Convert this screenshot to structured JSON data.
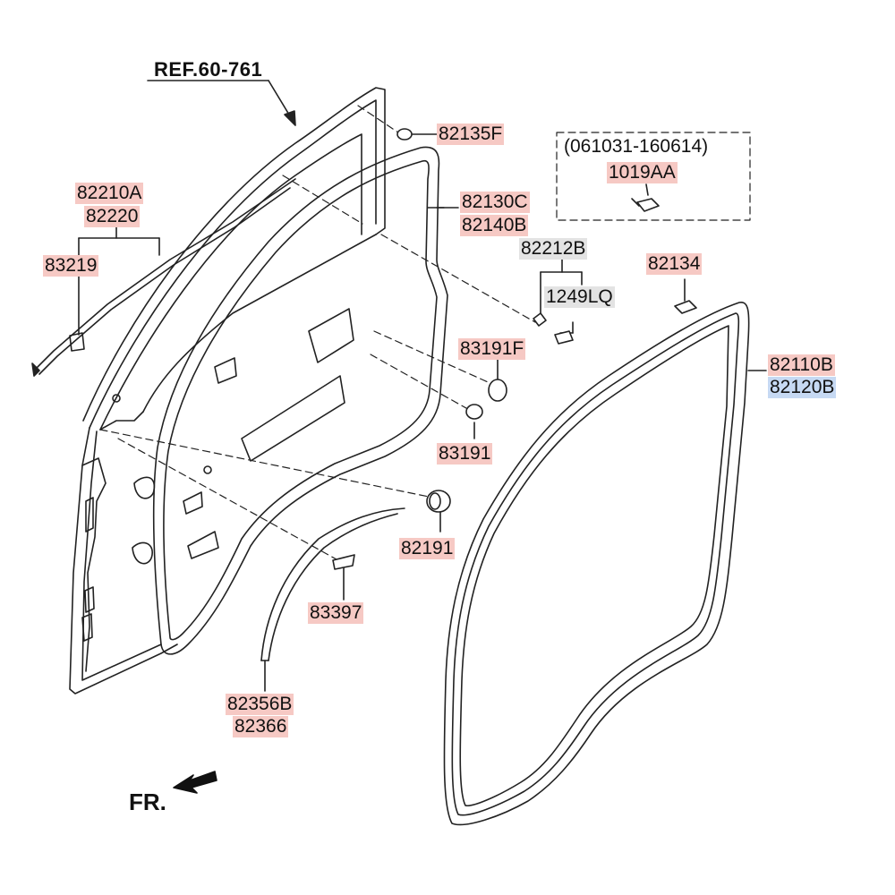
{
  "labels": {
    "ref": "REF.60-761",
    "p82135F": "82135F",
    "p82130C": "82130C",
    "p82140B": "82140B",
    "p82210A": "82210A",
    "p82220": "82220",
    "p83219": "83219",
    "bracket_date": "(061031-160614)",
    "p1019AA": "1019AA",
    "p82212B": "82212B",
    "p1249LQ": "1249LQ",
    "p82134": "82134",
    "p83191F": "83191F",
    "p82110B": "82110B",
    "p82120B": "82120B",
    "p83191": "83191",
    "p82191": "82191",
    "p83397": "83397",
    "p82356B": "82356B",
    "p82366": "82366",
    "fr": "FR."
  },
  "colors": {
    "label_highlight": "#f6c9c4",
    "label_highlight_blue": "#c6d9f3",
    "label_highlight_grey": "#e3e3e3",
    "line": "#222222"
  },
  "icons": {
    "front_arrow": "arrow-left-down-icon"
  }
}
